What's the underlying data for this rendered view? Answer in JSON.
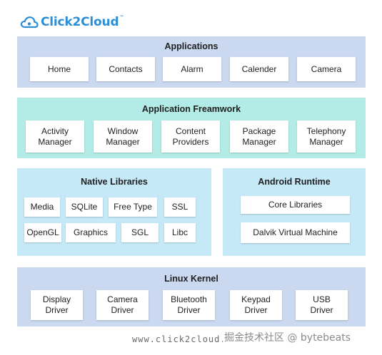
{
  "logo": {
    "text_part1": "Click",
    "text_part2": "2",
    "text_part3": "Cloud",
    "tm": "™",
    "icon": "cloud-icon"
  },
  "layers": {
    "applications": {
      "title": "Applications",
      "items": [
        "Home",
        "Contacts",
        "Alarm",
        "Calender",
        "Camera"
      ]
    },
    "framework": {
      "title": "Application Freamwork",
      "items": [
        "Activity\nManager",
        "Window\nManager",
        "Content\nProviders",
        "Package\nManager",
        "Telephony\nManager"
      ]
    },
    "native_libraries": {
      "title": "Native Libraries",
      "items": [
        "Media",
        "SQLite",
        "Free Type",
        "SSL",
        "OpenGL",
        "Graphics",
        "SGL",
        "Libc"
      ]
    },
    "android_runtime": {
      "title": "Android Runtime",
      "items": [
        "Core Libraries",
        "Dalvik Virtual Machine"
      ]
    },
    "linux_kernel": {
      "title": "Linux Kernel",
      "items": [
        "Display\nDriver",
        "Camera\nDriver",
        "Bluetooth\nDriver",
        "Keypad\nDriver",
        "USB\nDriver"
      ]
    }
  },
  "footer": {
    "url": "www.click2cloud."
  },
  "watermark": {
    "text": "掘金技术社区 @ bytebeats"
  },
  "colors": {
    "brand_blue": "#2c8ed6",
    "brand_dark": "#1d1d1d",
    "applications_bg": "#cad8f0",
    "framework_bg": "#b3ece6",
    "native_bg": "#c6e9f8",
    "runtime_bg": "#c6e9f8",
    "kernel_bg": "#cad8f0"
  }
}
